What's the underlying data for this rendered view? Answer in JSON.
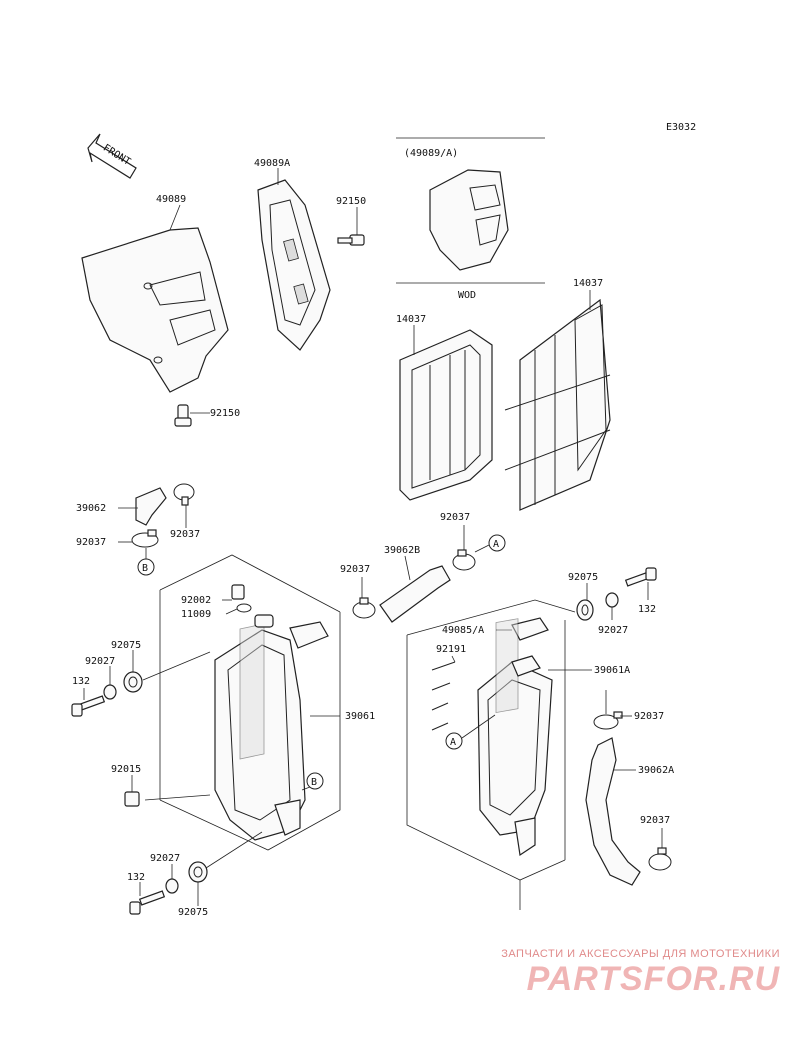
{
  "diagram_code": "E3032",
  "front_label": "FRONT",
  "inset": {
    "title": "(49089/A)",
    "caption": "WOD"
  },
  "callouts": {
    "c49089": "49089",
    "c49089a": "49089A",
    "c92150_top": "92150",
    "c92150_bottom": "92150",
    "c14037_left": "14037",
    "c14037_right": "14037",
    "c39062": "39062",
    "c92037_a": "92037",
    "c92037_b": "92037",
    "c92037_c": "92037",
    "c92037_d": "92037",
    "c92037_e": "92037",
    "c92037_f": "92037",
    "c39062b": "39062B",
    "c92002": "92002",
    "c11009": "11009",
    "c92075_a": "92075",
    "c92075_b": "92075",
    "c92075_c": "92075",
    "c92027_a": "92027",
    "c92027_b": "92027",
    "c92027_c": "92027",
    "c132_a": "132",
    "c132_b": "132",
    "c132_c": "132",
    "c92015": "92015",
    "c39061": "39061",
    "c49085a": "49085/A",
    "c92191": "92191",
    "c39061a": "39061A",
    "c39062a": "39062A"
  },
  "markers": {
    "a1": "A",
    "a2": "A",
    "b1": "B",
    "b2": "B"
  },
  "watermark": {
    "subtitle": "ЗАПЧАСТИ И АКСЕССУАРЫ ДЛЯ МОТОТЕХНИКИ",
    "brand": "PARTSFOR.RU"
  }
}
